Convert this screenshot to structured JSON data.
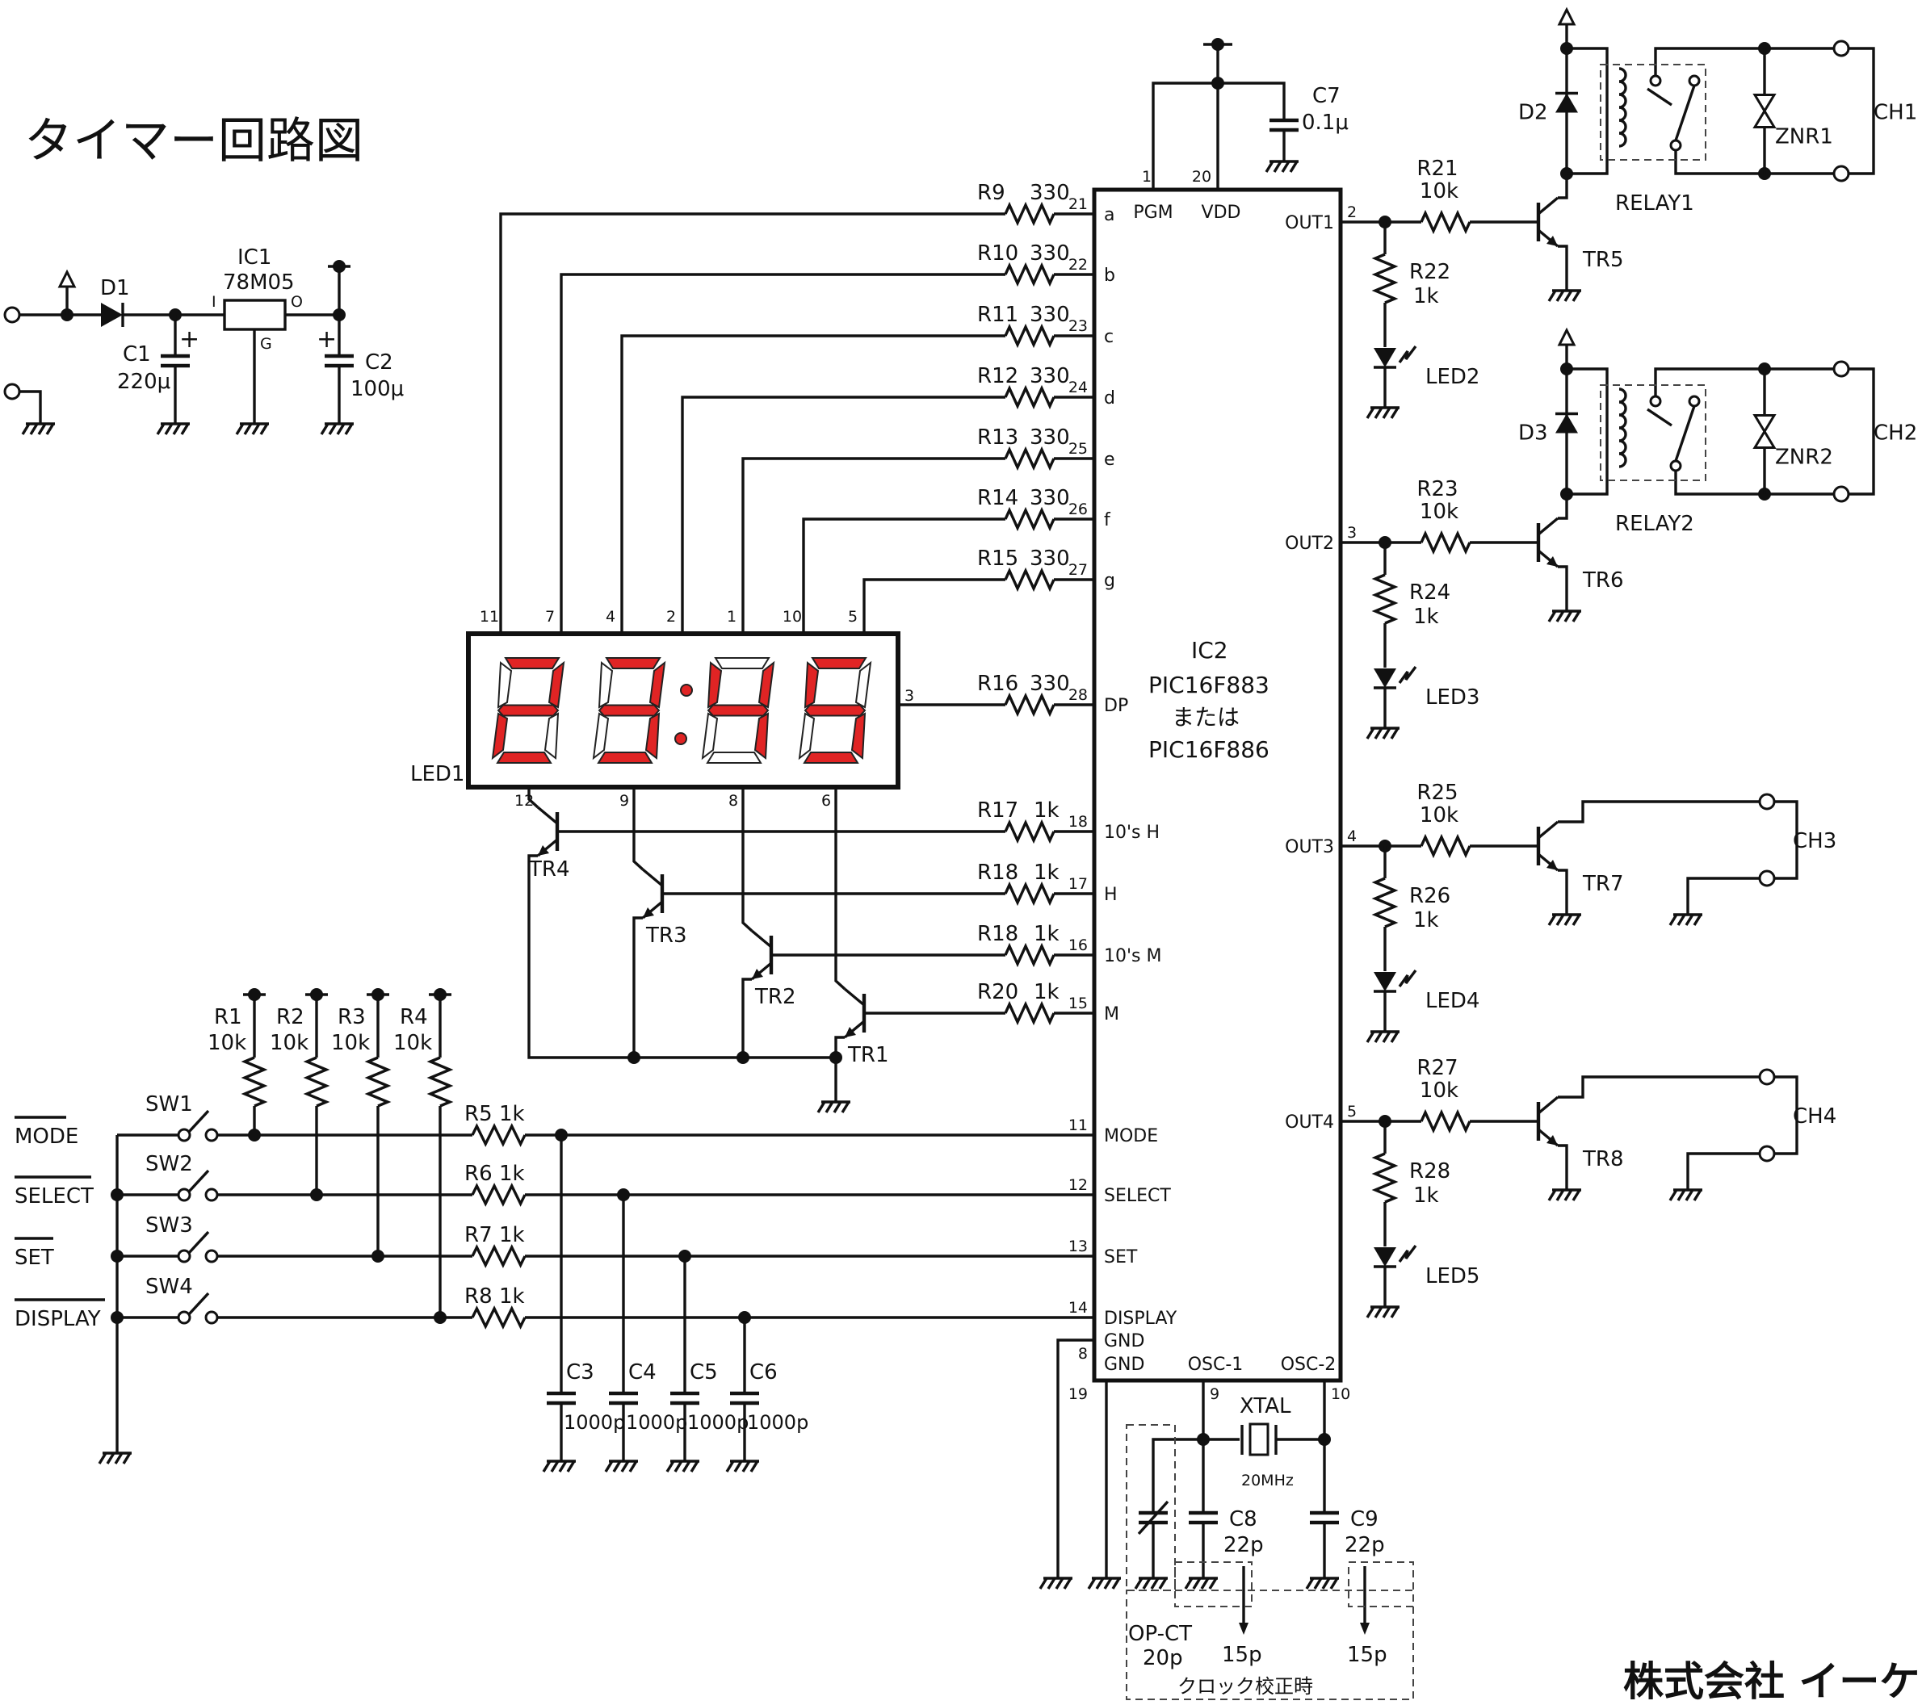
{
  "title": "タイマー回路図",
  "company": "株式会社 イーケ",
  "accent_color": "#e02424",
  "display": {
    "ref": "LED1",
    "digits": "23:45",
    "top_pins": [
      "11",
      "7",
      "4",
      "2",
      "1",
      "10",
      "5"
    ],
    "bottom_pins": [
      "12",
      "9",
      "8",
      "6"
    ],
    "dp_pin": "3"
  },
  "ic2": {
    "ref": "IC2",
    "line1": "PIC16F883",
    "line2": "または",
    "line3": "PIC16F886",
    "pins": [
      {
        "num": "21",
        "name": "a"
      },
      {
        "num": "22",
        "name": "b"
      },
      {
        "num": "23",
        "name": "c"
      },
      {
        "num": "24",
        "name": "d"
      },
      {
        "num": "25",
        "name": "e"
      },
      {
        "num": "26",
        "name": "f"
      },
      {
        "num": "27",
        "name": "g"
      },
      {
        "num": "28",
        "name": "DP"
      },
      {
        "num": "18",
        "name": "10's H"
      },
      {
        "num": "17",
        "name": "H"
      },
      {
        "num": "16",
        "name": "10's M"
      },
      {
        "num": "15",
        "name": "M"
      },
      {
        "num": "11",
        "name": "MODE"
      },
      {
        "num": "12",
        "name": "SELECT"
      },
      {
        "num": "13",
        "name": "SET"
      },
      {
        "num": "14",
        "name": "DISPLAY"
      }
    ],
    "top_pins": [
      {
        "num": "1",
        "name": "PGM"
      },
      {
        "num": "20",
        "name": "VDD"
      }
    ],
    "right_pins": [
      {
        "num": "2",
        "name": "OUT1"
      },
      {
        "num": "3",
        "name": "OUT2"
      },
      {
        "num": "4",
        "name": "OUT3"
      },
      {
        "num": "5",
        "name": "OUT4"
      }
    ],
    "gnd_pins": [
      {
        "num": "8",
        "name": "GND"
      },
      {
        "num": "19",
        "name": "GND"
      }
    ],
    "osc_pins": [
      {
        "num": "9",
        "name": "OSC-1"
      },
      {
        "num": "10",
        "name": "OSC-2"
      }
    ]
  },
  "segment_resistors": [
    {
      "ref": "R9",
      "val": "330"
    },
    {
      "ref": "R10",
      "val": "330"
    },
    {
      "ref": "R11",
      "val": "330"
    },
    {
      "ref": "R12",
      "val": "330"
    },
    {
      "ref": "R13",
      "val": "330"
    },
    {
      "ref": "R14",
      "val": "330"
    },
    {
      "ref": "R15",
      "val": "330"
    },
    {
      "ref": "R16",
      "val": "330"
    }
  ],
  "digit_resistors": [
    {
      "ref": "R17",
      "val": "1k"
    },
    {
      "ref": "R18",
      "val": "1k"
    },
    {
      "ref": "R18",
      "val": "1k"
    },
    {
      "ref": "R20",
      "val": "1k"
    }
  ],
  "digit_transistors": [
    "TR4",
    "TR3",
    "TR2",
    "TR1"
  ],
  "switch_labels": [
    "MODE",
    "SELECT",
    "SET",
    "DISPLAY"
  ],
  "switches": [
    "SW1",
    "SW2",
    "SW3",
    "SW4"
  ],
  "pullups": [
    {
      "ref": "R1",
      "val": "10k"
    },
    {
      "ref": "R2",
      "val": "10k"
    },
    {
      "ref": "R3",
      "val": "10k"
    },
    {
      "ref": "R4",
      "val": "10k"
    }
  ],
  "series_resistors": [
    {
      "ref": "R5",
      "val": "1k"
    },
    {
      "ref": "R6",
      "val": "1k"
    },
    {
      "ref": "R7",
      "val": "1k"
    },
    {
      "ref": "R8",
      "val": "1k"
    }
  ],
  "filter_caps": [
    {
      "ref": "C3",
      "val": "1000p"
    },
    {
      "ref": "C4",
      "val": "1000p"
    },
    {
      "ref": "C5",
      "val": "1000p"
    },
    {
      "ref": "C6",
      "val": "1000p"
    }
  ],
  "power": {
    "d1": "D1",
    "ic1_ref": "IC1",
    "ic1_part": "78M05",
    "ic1_in": "I",
    "ic1_out": "O",
    "ic1_gnd": "G",
    "c1_ref": "C1",
    "c1_val": "220μ",
    "c2_ref": "C2",
    "c2_val": "100μ",
    "plus": "+"
  },
  "c7": {
    "ref": "C7",
    "val": "0.1μ"
  },
  "outputs": [
    {
      "base_ref": "R21",
      "base_val": "10k",
      "led_res_ref": "R22",
      "led_res_val": "1k",
      "led": "LED2",
      "tr": "TR5",
      "relay": "RELAY1",
      "diode": "D2",
      "znr": "ZNR1",
      "ch": "CH1"
    },
    {
      "base_ref": "R23",
      "base_val": "10k",
      "led_res_ref": "R24",
      "led_res_val": "1k",
      "led": "LED3",
      "tr": "TR6",
      "relay": "RELAY2",
      "diode": "D3",
      "znr": "ZNR2",
      "ch": "CH2"
    },
    {
      "base_ref": "R25",
      "base_val": "10k",
      "led_res_ref": "R26",
      "led_res_val": "1k",
      "led": "LED4",
      "tr": "TR7",
      "ch": "CH3"
    },
    {
      "base_ref": "R27",
      "base_val": "10k",
      "led_res_ref": "R28",
      "led_res_val": "1k",
      "led": "LED5",
      "tr": "TR8",
      "ch": "CH4"
    }
  ],
  "osc": {
    "xtal": "XTAL",
    "freq": "20MHz",
    "c8_ref": "C8",
    "c8_val": "22p",
    "c9_ref": "C9",
    "c9_val": "22p",
    "trim_ref": "OP-CT",
    "trim_val": "20p",
    "alt1": "15p",
    "alt2": "15p",
    "note": "クロック校正時"
  }
}
